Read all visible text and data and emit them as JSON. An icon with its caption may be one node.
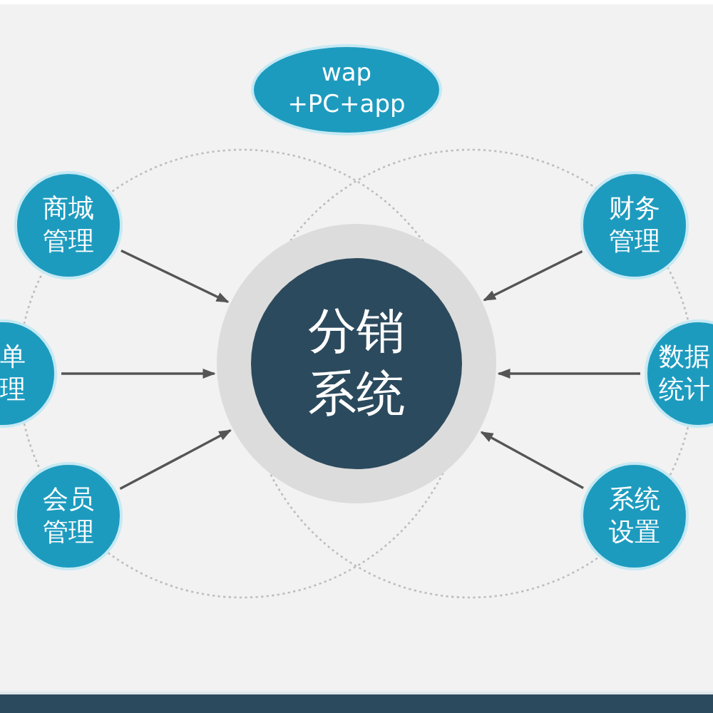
{
  "diagram": {
    "nodes": [
      {
        "text": [
          "wap +PC+app"
        ]
      },
      {
        "text": [
          "商城管理"
        ]
      },
      {
        "text": [
          "财务管理"
        ]
      },
      {
        "text": [],
        "shape": "circle"
      },
      {
        "text": [
          "分销系统"
        ],
        "in": 3
      },
      {
        "text": [
          "单理"
        ]
      },
      {
        "text": [
          "数据统计"
        ]
      },
      {
        "text": [
          "会员管理"
        ]
      },
      {
        "text": [
          "系统设置"
        ]
      }
    ],
    "edges": [
      {
        "from": 1,
        "to": 3,
        "arrow": "to"
      },
      {
        "from": 2,
        "to": 3,
        "arrow": "to"
      },
      {
        "from": 5,
        "to": 3,
        "arrow": "to"
      },
      {
        "from": 6,
        "to": 3,
        "arrow": "to"
      },
      {
        "from": 7,
        "to": 3,
        "arrow": "to"
      },
      {
        "from": 8,
        "to": 3,
        "arrow": "to"
      }
    ]
  }
}
